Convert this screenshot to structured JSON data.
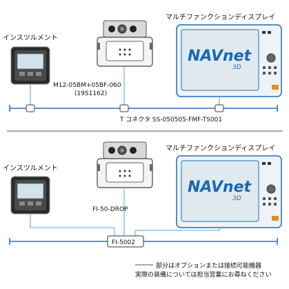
{
  "top_section": {
    "instrument_label": "インスツルメント",
    "mfd_label": "マルチファンクションディスプレイ",
    "module_part_line1": "M12-05BM+05BF-060",
    "module_part_line2": "(19S1162)",
    "tee_connector_label": "T コネクタ SS-050505-FMF-TS001",
    "mfd_brand": "NAVnet",
    "mfd_brand_sub": "3D"
  },
  "bottom_section": {
    "instrument_label": "インスツルメント",
    "mfd_label": "マルチファンクションディスプレイ",
    "drop_cable_label": "FI-50-DROP",
    "junction_box_label": "FI-5002",
    "mfd_brand": "NAVnet",
    "mfd_brand_sub": "3D"
  },
  "legend": {
    "line1": "部分はオプションまたは接続可能機器",
    "line2": "実際の装備については担当営業にお尋ねください"
  },
  "colors": {
    "bus": "#2f6fb5",
    "cable": "#7bb8e6",
    "device_edge": "#1f6fb0",
    "screen_face": "#dfe9ee",
    "brand": "#1a67b3"
  }
}
